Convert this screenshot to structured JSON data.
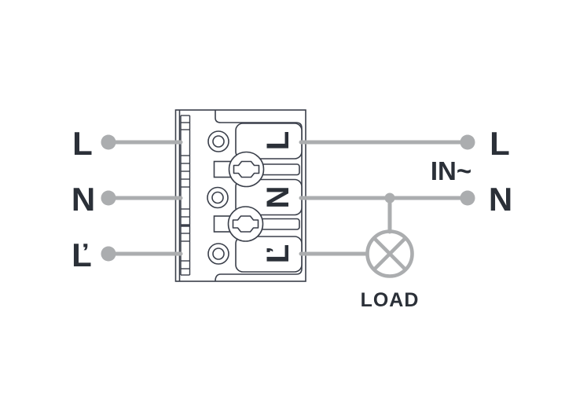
{
  "wiring": {
    "left_terminals": [
      {
        "label": "L"
      },
      {
        "label": "N"
      },
      {
        "label": "Ľ"
      }
    ],
    "connector": {
      "terminals": [
        {
          "label": "L"
        },
        {
          "label": "N"
        },
        {
          "label": "Ľ"
        }
      ]
    },
    "right_terminals": [
      {
        "label": "L"
      },
      {
        "label": "N"
      }
    ],
    "input_annotation": "IN~",
    "load": {
      "label": "LOAD"
    },
    "colors": {
      "wire": "#ABADAF",
      "outline": "#3A3F4A",
      "text": "#2B3038"
    }
  }
}
